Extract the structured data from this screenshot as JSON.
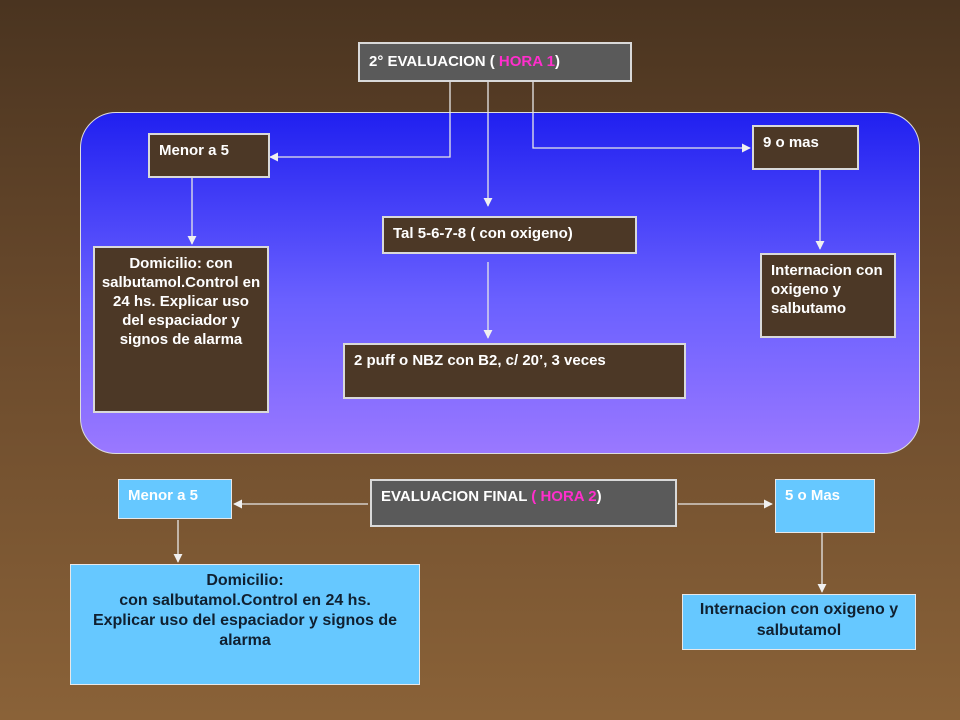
{
  "top": {
    "title_prefix": "2° EVALUACION ( ",
    "title_hour": "HORA 1",
    "title_suffix": ")"
  },
  "stage1": {
    "left_score": "Menor a 5",
    "mid_score": "Tal 5-6-7-8 ( con oxigeno)",
    "right_score": "9 o mas",
    "left_action": "Domicilio: con salbutamol.Control en 24 hs. Explicar uso del espaciador y signos de alarma",
    "mid_action": "2 puff o NBZ con B2, c/ 20’, 3 veces",
    "right_action": "Internacion con oxigeno y salbutamo"
  },
  "final": {
    "title_prefix": "EVALUACION FINAL ",
    "title_hour": "( HORA 2",
    "title_suffix": ")",
    "left_score": "Menor a 5",
    "right_score": "5 o Mas",
    "left_action_1": "Domicilio:",
    "left_action_2": "con salbutamol.Control en 24 hs.",
    "left_action_3": "Explicar uso del espaciador y signos de alarma",
    "right_action": "Internacion con oxigeno y salbutamol"
  },
  "colors": {
    "panel_gradient": [
      "#2020f0",
      "#9a78ff"
    ],
    "dark_box": "#4c3826",
    "grey_box": "#5a5a5a",
    "cyan_box": "#66c8ff",
    "hour_highlight": "#ff2ecc"
  }
}
